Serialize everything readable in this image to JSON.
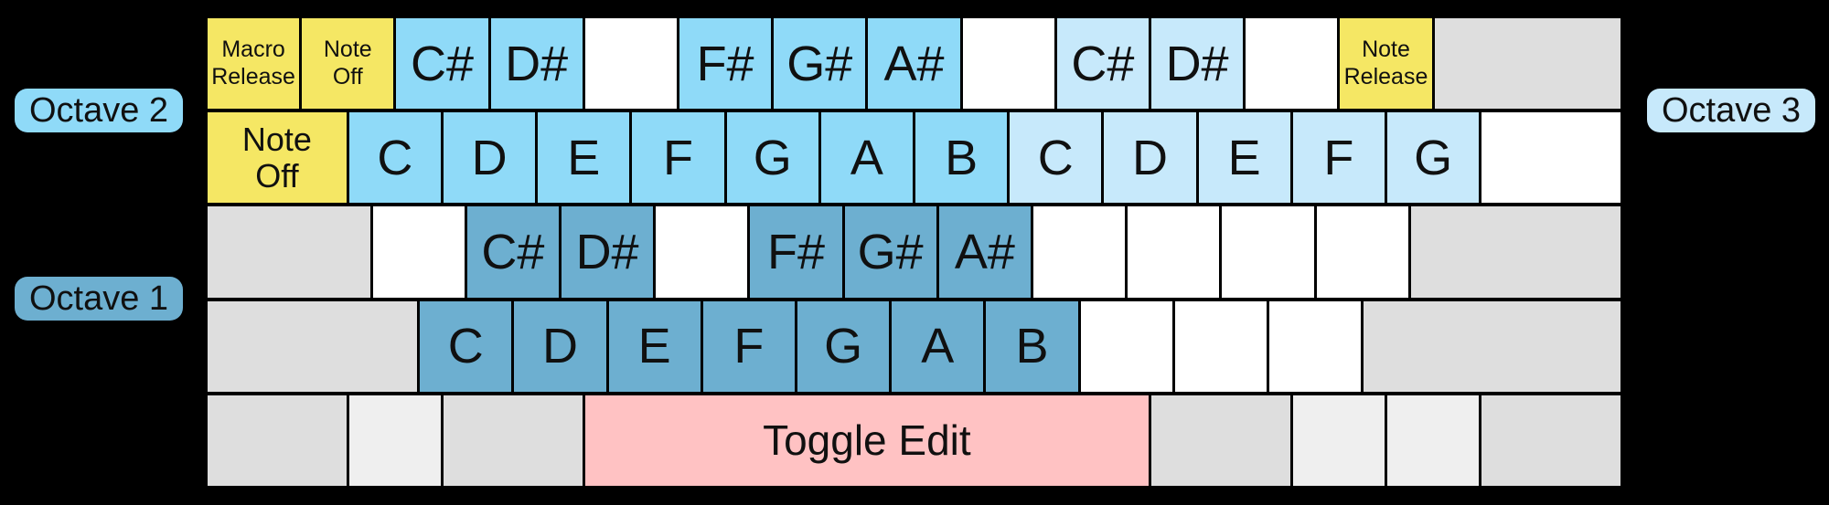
{
  "labels": {
    "octave1": "Octave 1",
    "octave2": "Octave 2",
    "octave3": "Octave 3"
  },
  "colors": {
    "background": "#000000",
    "octave1_keys": "#6DAFD0",
    "octave2_keys": "#8FDAF8",
    "octave3_keys": "#C7E9FB",
    "function_keys_yellow": "#F5E764",
    "toggle_edit_pink": "#FFC2C3",
    "unmapped_white": "#FFFFFF",
    "modifier_gray": "#DEDEDE",
    "modifier_light_gray": "#EFEFEF",
    "text": "#101010"
  },
  "keyboard": {
    "rows": [
      {
        "keys": [
          {
            "label": "Macro\nRelease"
          },
          {
            "label": "Note\nOff"
          },
          {
            "label": "C#"
          },
          {
            "label": "D#"
          },
          {
            "label": ""
          },
          {
            "label": "F#"
          },
          {
            "label": "G#"
          },
          {
            "label": "A#"
          },
          {
            "label": ""
          },
          {
            "label": "C#"
          },
          {
            "label": "D#"
          },
          {
            "label": ""
          },
          {
            "label": "Note\nRelease"
          },
          {
            "label": ""
          }
        ]
      },
      {
        "keys": [
          {
            "label": "Note\nOff"
          },
          {
            "label": "C"
          },
          {
            "label": "D"
          },
          {
            "label": "E"
          },
          {
            "label": "F"
          },
          {
            "label": "G"
          },
          {
            "label": "A"
          },
          {
            "label": "B"
          },
          {
            "label": "C"
          },
          {
            "label": "D"
          },
          {
            "label": "E"
          },
          {
            "label": "F"
          },
          {
            "label": "G"
          },
          {
            "label": ""
          }
        ]
      },
      {
        "keys": [
          {
            "label": ""
          },
          {
            "label": ""
          },
          {
            "label": "C#"
          },
          {
            "label": "D#"
          },
          {
            "label": ""
          },
          {
            "label": "F#"
          },
          {
            "label": "G#"
          },
          {
            "label": "A#"
          },
          {
            "label": ""
          },
          {
            "label": ""
          },
          {
            "label": ""
          },
          {
            "label": ""
          },
          {
            "label": ""
          }
        ]
      },
      {
        "keys": [
          {
            "label": ""
          },
          {
            "label": "C"
          },
          {
            "label": "D"
          },
          {
            "label": "E"
          },
          {
            "label": "F"
          },
          {
            "label": "G"
          },
          {
            "label": "A"
          },
          {
            "label": "B"
          },
          {
            "label": ""
          },
          {
            "label": ""
          },
          {
            "label": ""
          },
          {
            "label": ""
          }
        ]
      },
      {
        "keys": [
          {
            "label": ""
          },
          {
            "label": ""
          },
          {
            "label": ""
          },
          {
            "label": "Toggle Edit"
          },
          {
            "label": ""
          },
          {
            "label": ""
          },
          {
            "label": ""
          },
          {
            "label": ""
          }
        ]
      }
    ]
  }
}
